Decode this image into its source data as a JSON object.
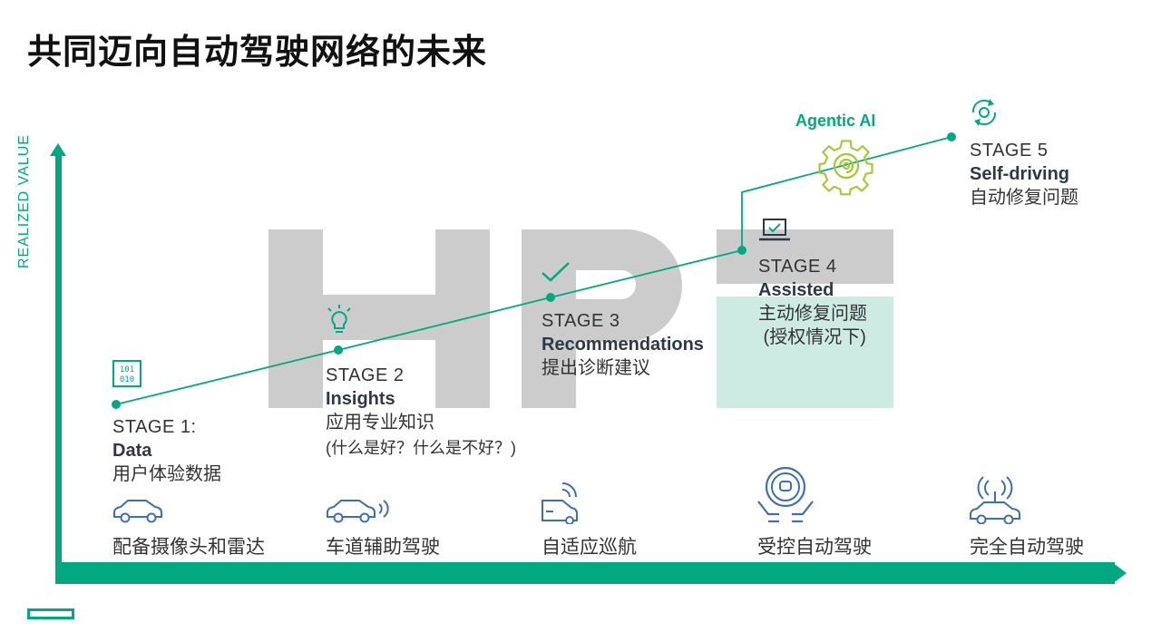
{
  "title": "共同迈向自动驾驶网络的未来",
  "axis_label": "REALIZED VALUE",
  "watermark_text": "HPE",
  "agentic_label": "Agentic AI",
  "stages": [
    {
      "num": "STAGE 1:",
      "name": "Data",
      "desc": "用户体验数据",
      "desc2": "",
      "icon": "binary-data-icon"
    },
    {
      "num": "STAGE 2",
      "name": "Insights",
      "desc": "应用专业知识",
      "desc2": "(什么是好？什么是不好？)",
      "icon": "lightbulb-icon"
    },
    {
      "num": "STAGE 3",
      "name": "Recommendations",
      "desc": "提出诊断建议",
      "desc2": "",
      "icon": "checkmark-icon"
    },
    {
      "num": "STAGE 4",
      "name": "Assisted",
      "desc": "主动修复问题",
      "desc2": " (授权情况下)",
      "icon": "laptop-check-icon"
    },
    {
      "num": "STAGE 5",
      "name": "Self-driving",
      "desc": "自动修复问题",
      "desc2": "",
      "icon": "gear-cycle-icon"
    }
  ],
  "driving_levels": [
    {
      "label": "配备摄像头和雷达",
      "icon": "car-icon"
    },
    {
      "label": "车道辅助驾驶",
      "icon": "car-signal-icon"
    },
    {
      "label": "自适应巡航",
      "icon": "car-front-signal-icon"
    },
    {
      "label": "受控自动驾驶",
      "icon": "steering-wheel-hands-icon"
    },
    {
      "label": "完全自动驾驶",
      "icon": "autonomous-car-icon"
    }
  ],
  "colors": {
    "accent": "#01a982",
    "lime": "#a6c92e",
    "watermark": "#cccccc",
    "watermark_e": "#cdebe2",
    "text_dark": "#2b3a4a"
  }
}
